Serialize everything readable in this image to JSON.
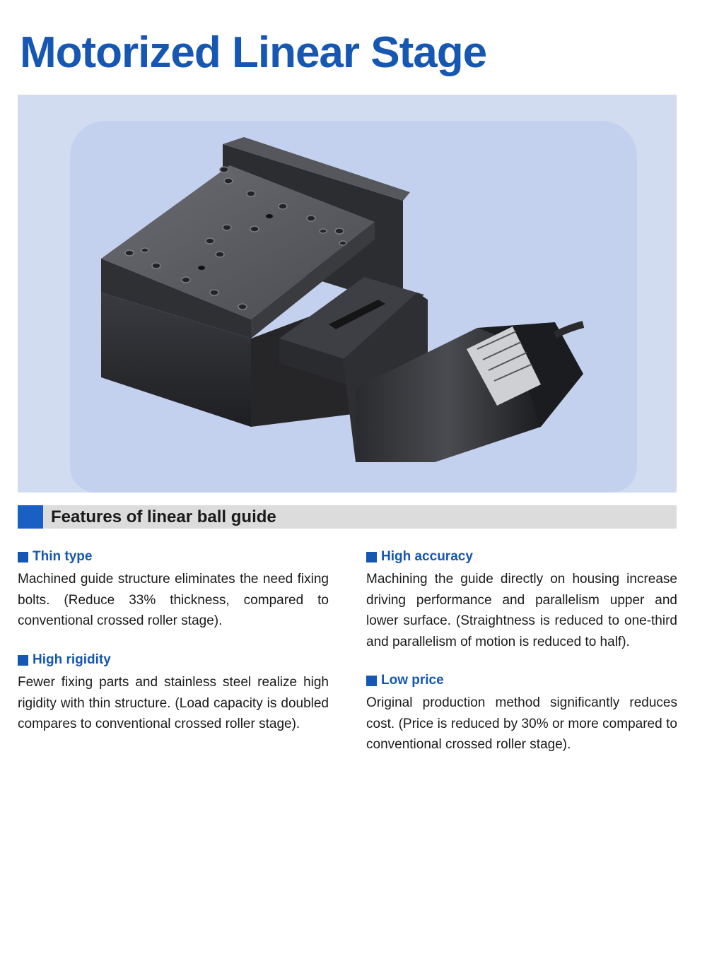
{
  "page": {
    "title": "Motorized Linear Stage"
  },
  "section": {
    "title": "Features of linear ball guide"
  },
  "features": [
    {
      "heading": "Thin type",
      "text": "Machined guide structure eliminates the need fixing bolts. (Reduce 33% thickness, compared to conventional crossed roller stage)."
    },
    {
      "heading": "High rigidity",
      "text": "Fewer fixing parts and stainless steel realize high rigidity with thin structure. (Load capacity is doubled compares to conventional crossed roller stage)."
    },
    {
      "heading": "High accuracy",
      "text": "Machining the guide directly on housing increase driving performance and parallelism upper and lower surface. (Straightness is reduced to one-third and parallelism of motion is reduced to half)."
    },
    {
      "heading": "Low price",
      "text": "Original production method significantly reduces cost. (Price is reduced by 30% or more compared to conventional crossed roller stage)."
    }
  ],
  "colors": {
    "accent": "#1657b3",
    "section_square": "#1a5fc4",
    "section_bar": "#dcdcdc",
    "photo_panel": "#d2dcf0",
    "photo_inner": "#c4d1ee"
  },
  "icons": {
    "section_marker": "square-bullet-icon",
    "feature_marker": "square-bullet-icon"
  }
}
